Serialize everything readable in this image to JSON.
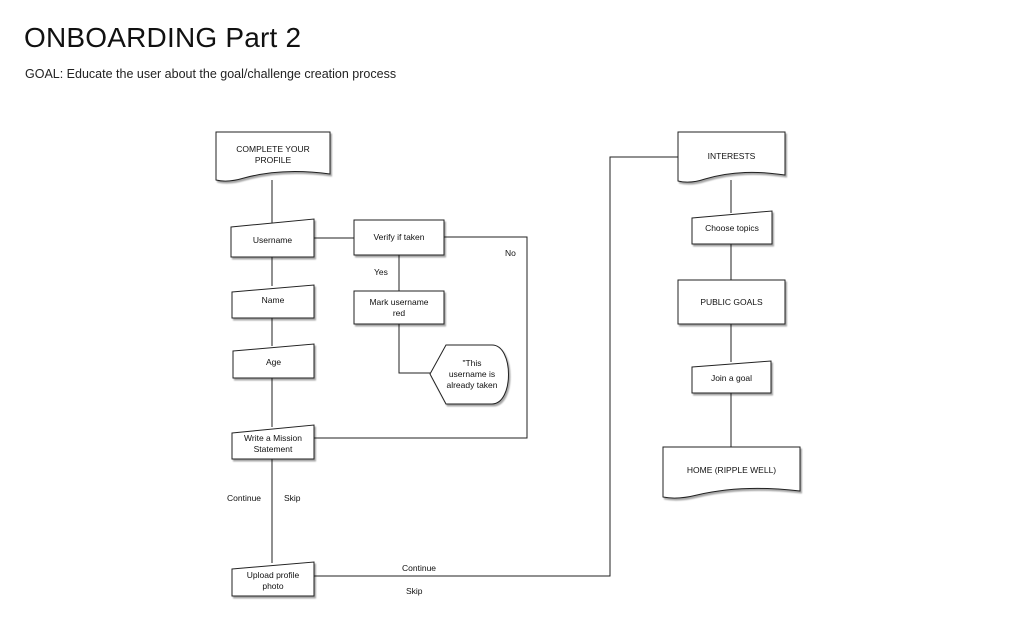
{
  "page": {
    "title": "ONBOARDING Part 2",
    "goal": "GOAL: Educate the user about the goal/challenge creation process"
  },
  "nodes": {
    "complete_profile": "COMPLETE YOUR\nPROFILE",
    "username": "Username",
    "verify": "Verify if taken",
    "name": "Name",
    "mark_red": "Mark username\nred",
    "age": "Age",
    "taken_msg": "\"This\nusername is\nalready taken",
    "mission": "Write a Mission\nStatement",
    "upload": "Upload profile\nphoto",
    "interests": "INTERESTS",
    "choose_topics": "Choose topics",
    "public_goals": "PUBLIC GOALS",
    "join_goal": "Join a goal",
    "home": "HOME (RIPPLE WELL)"
  },
  "edges": {
    "yes": "Yes",
    "no": "No",
    "continue_1": "Continue",
    "skip_1": "Skip",
    "continue_2": "Continue",
    "skip_2": "Skip"
  }
}
